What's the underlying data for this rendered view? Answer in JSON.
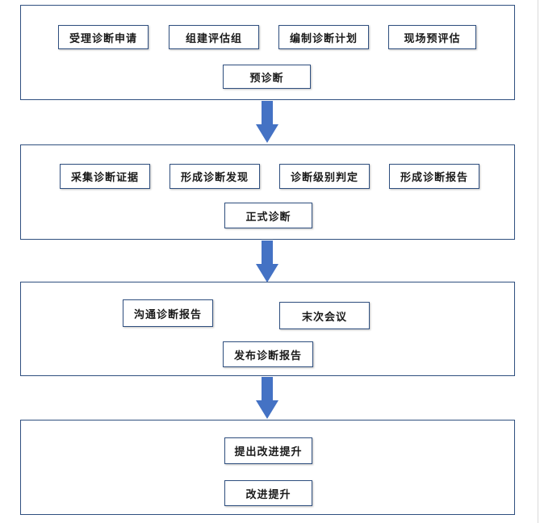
{
  "diagram": {
    "colors": {
      "border": "#2f4f7f",
      "arrow": "#4472c4",
      "text": "#1a1a1a"
    },
    "stages": [
      {
        "nodes": [
          "受理诊断申请",
          "组建评估组",
          "编制诊断计划",
          "现场预评估"
        ],
        "label": "预诊断"
      },
      {
        "nodes": [
          "采集诊断证据",
          "形成诊断发现",
          "诊断级别判定",
          "形成诊断报告"
        ],
        "label": "正式诊断"
      },
      {
        "nodes": [
          "沟通诊断报告",
          "末次会议"
        ],
        "label": "发布诊断报告"
      },
      {
        "nodes": [
          "提出改进提升"
        ],
        "label": "改进提升"
      }
    ]
  }
}
